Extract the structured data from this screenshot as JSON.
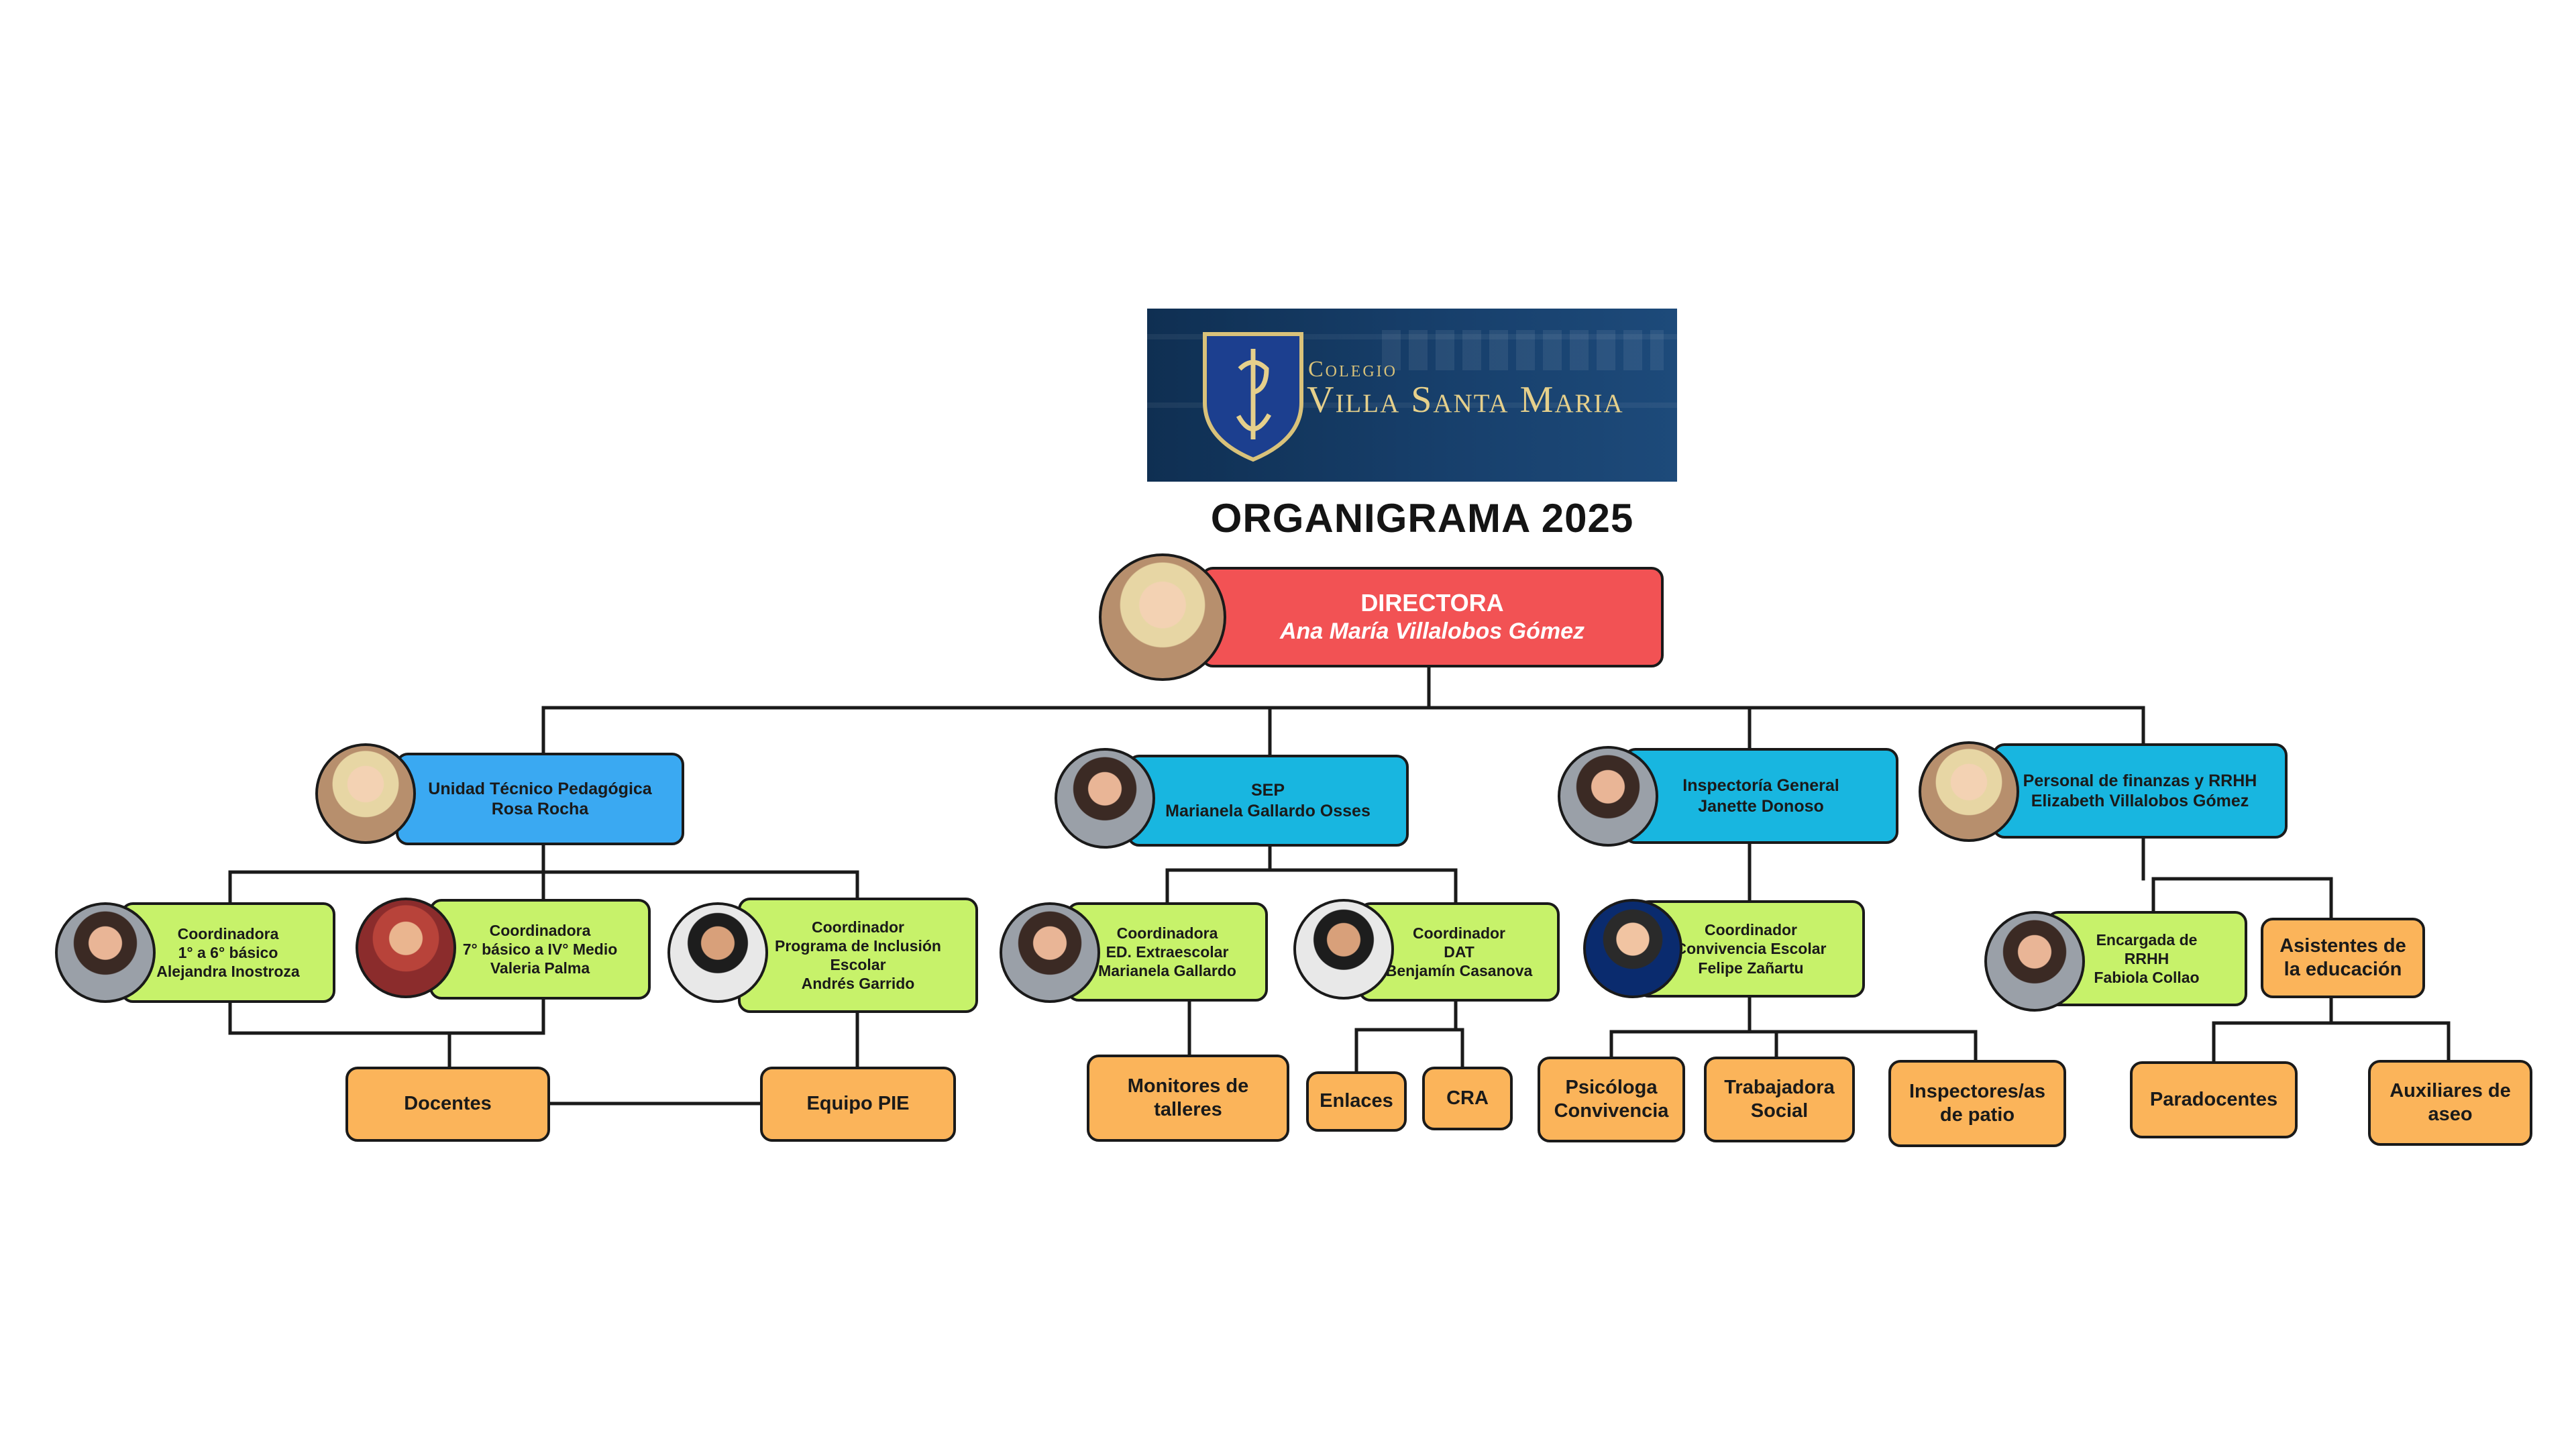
{
  "logo": {
    "line1": "Colegio",
    "line2": "Villa Santa Maria"
  },
  "title": "ORGANIGRAMA 2025",
  "director": {
    "role": "DIRECTORA",
    "name": "Ana María Villalobos Gómez"
  },
  "utp": {
    "role": "Unidad Técnico Pedagógica",
    "name": "Rosa Rocha"
  },
  "sep": {
    "role": "SEP",
    "name": "Marianela Gallardo Osses"
  },
  "inspectoria": {
    "role": "Inspectoría General",
    "name": "Janette Donoso"
  },
  "finanzas": {
    "role": "Personal de finanzas y RRHH",
    "name": "Elizabeth Villalobos Gómez"
  },
  "coord_basico": {
    "l1": "Coordinadora",
    "l2": "1° a 6° básico",
    "l3": "Alejandra Inostroza"
  },
  "coord_medio": {
    "l1": "Coordinadora",
    "l2": "7° básico a IV° Medio",
    "l3": "Valeria Palma"
  },
  "coord_pie": {
    "l1": "Coordinador",
    "l2": "Programa de Inclusión",
    "l3": "Escolar",
    "l4": "Andrés Garrido"
  },
  "coord_extra": {
    "l1": "Coordinadora",
    "l2": "ED. Extraescolar",
    "l3": "Marianela Gallardo"
  },
  "coord_dat": {
    "l1": "Coordinador",
    "l2": "DAT",
    "l3": "Benjamín Casanova"
  },
  "coord_conv": {
    "l1": "Coordinador",
    "l2": "Convivencia Escolar",
    "l3": "Felipe Zañartu"
  },
  "encargada_rrhh": {
    "l1": "Encargada de",
    "l2": "RRHH",
    "l3": "Fabiola Collao"
  },
  "asistentes": {
    "l1": "Asistentes de",
    "l2": "la educación"
  },
  "docentes": "Docentes",
  "equipo_pie": "Equipo PIE",
  "monitores": {
    "l1": "Monitores de",
    "l2": "talleres"
  },
  "enlaces": "Enlaces",
  "cra": "CRA",
  "psicologa": {
    "l1": "Psicóloga",
    "l2": "Convivencia"
  },
  "trabajadora": {
    "l1": "Trabajadora",
    "l2": "Social"
  },
  "inspectores": {
    "l1": "Inspectores/as",
    "l2": "de patio"
  },
  "paradocentes": "Paradocentes",
  "auxiliares": {
    "l1": "Auxiliares de",
    "l2": "aseo"
  },
  "colors": {
    "director": "#f25254",
    "level2_blue": "#18b6e0",
    "utp_blue": "#3aa9f2",
    "coordinators_green": "#c7f26a",
    "staff_orange": "#fbb45a",
    "logo_navy": "#173f6b"
  }
}
